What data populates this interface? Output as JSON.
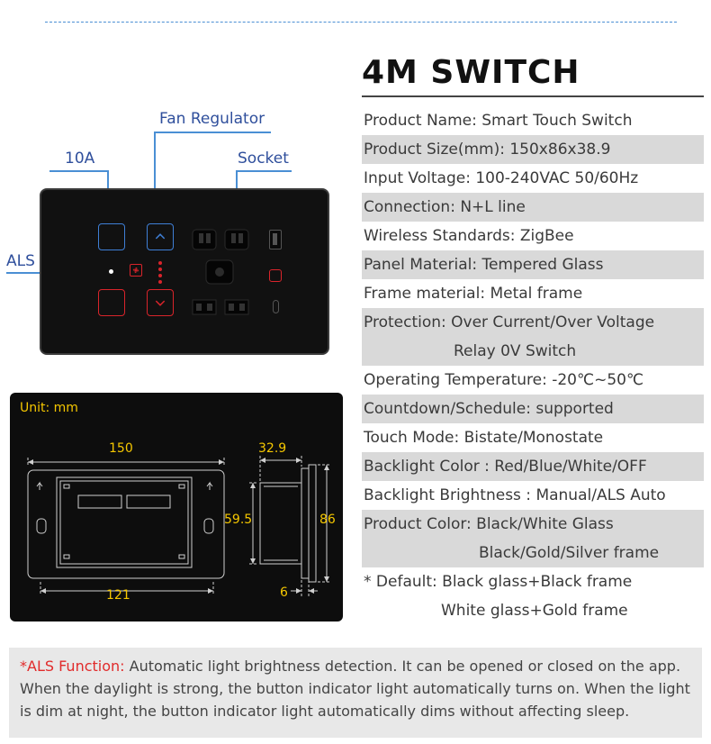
{
  "title": "4M SWITCH",
  "callouts": {
    "fan_regulator": "Fan Regulator",
    "ten_a": "10A",
    "socket": "Socket",
    "als": "ALS"
  },
  "dimensions": {
    "unit_label": "Unit: mm",
    "width": "150",
    "inner_width": "121",
    "inner_height": "59.5",
    "depth": "32.9",
    "height": "86",
    "frame": "6"
  },
  "specs": [
    {
      "text": "Product Name: Smart Touch Switch",
      "shaded": false
    },
    {
      "text": "Product Size(mm): 150x86x38.9",
      "shaded": true
    },
    {
      "text": "Input Voltage: 100-240VAC 50/60Hz",
      "shaded": false
    },
    {
      "text": "Connection: N+L line",
      "shaded": true
    },
    {
      "text": "Wireless Standards:  ZigBee",
      "shaded": false
    },
    {
      "text": "Panel Material: Tempered Glass",
      "shaded": true
    },
    {
      "text": "Frame material: Metal frame",
      "shaded": false
    },
    {
      "text": "Protection: Over Current/Over Voltage",
      "shaded": true
    },
    {
      "text": "Relay 0V Switch",
      "shaded": true,
      "indent": 100
    },
    {
      "text": "Operating Temperature: -20℃~50℃",
      "shaded": false
    },
    {
      "text": "Countdown/Schedule: supported",
      "shaded": true
    },
    {
      "text": "Touch Mode: Bistate/Monostate",
      "shaded": false
    },
    {
      "text": "Backlight Color : Red/Blue/White/OFF",
      "shaded": true
    },
    {
      "text": "Backlight Brightness : Manual/ALS Auto",
      "shaded": false
    },
    {
      "text": "Product Color: Black/White Glass",
      "shaded": true
    },
    {
      "text": "Black/Gold/Silver frame",
      "shaded": true,
      "indent": 128
    },
    {
      "text": "* Default: Black glass+Black frame",
      "shaded": false
    },
    {
      "text": "White glass+Gold frame",
      "shaded": false,
      "indent": 86
    }
  ],
  "als_note": {
    "label": "*ALS Function: ",
    "text": "Automatic light brightness detection. It can be opened or closed on the app. When the daylight is strong, the button indicator light automatically turns on. When the light is dim at night, the button indicator light automatically dims without affecting sleep."
  },
  "colors": {
    "accent_blue": "#4a8fd4",
    "touch_red": "#d9242b",
    "touch_blue": "#3f7fd6",
    "dim_yellow": "#f5c700"
  }
}
